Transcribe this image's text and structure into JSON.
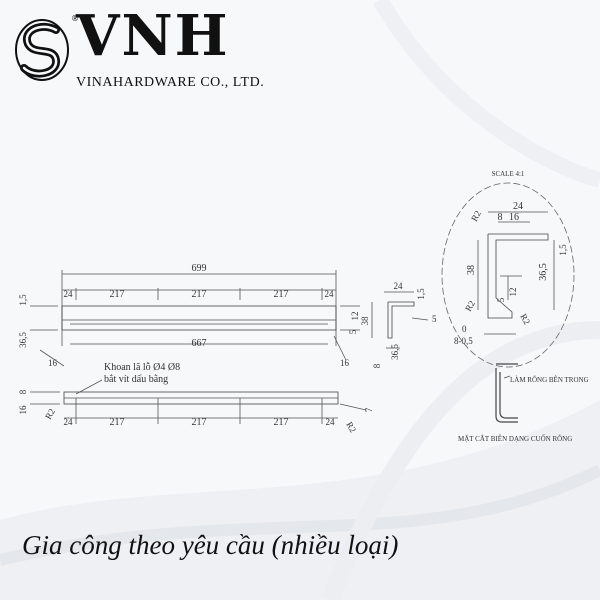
{
  "brand": {
    "name": "VNH",
    "registered_mark": "®",
    "company": "VINAHARDWARE CO., LTD.",
    "logo_icon": "swirl-s-logo-icon"
  },
  "drawing": {
    "front_view": {
      "overall_length": "699",
      "inner_length": "667",
      "end_offset": "24",
      "segment": "217",
      "height_top": "1,5",
      "height_left": "36,5",
      "end_width": "16",
      "right_small": "5",
      "right_height": "12"
    },
    "bottom_view": {
      "hole_note_line1": "Khoan lã lỗ Ø4 Ø8",
      "hole_note_line2": "bắt vít dấu bằng",
      "height_top": "8",
      "height_left": "16",
      "radius": "R2",
      "end_offset": "24",
      "segment": "217",
      "right_small": "7"
    },
    "side_view": {
      "width_top": "24",
      "height_top": "1,5",
      "height": "38",
      "height_bottom": "36,5",
      "small": "8",
      "right_small": "5"
    },
    "detail": {
      "scale": "SCALE 4:1",
      "width": "24",
      "radius_top": "R2",
      "dim_8": "8",
      "dim_16": "16",
      "thickness": "1,5",
      "height_38": "38",
      "height_36_5": "36,5",
      "dim_12": "12",
      "dim_5": "5",
      "radius_bottom_left": "R2",
      "radius_bottom_right": "R2",
      "tol_0": "0",
      "tol_8": "8-0,5"
    },
    "section": {
      "label_top": "LÀM RỖNG BÊN TRONG",
      "label_bottom": "MẶT CẮT BIÊN DẠNG CUỐN RỖNG"
    }
  },
  "caption": "Gia công theo yêu cầu (nhiều loại)"
}
